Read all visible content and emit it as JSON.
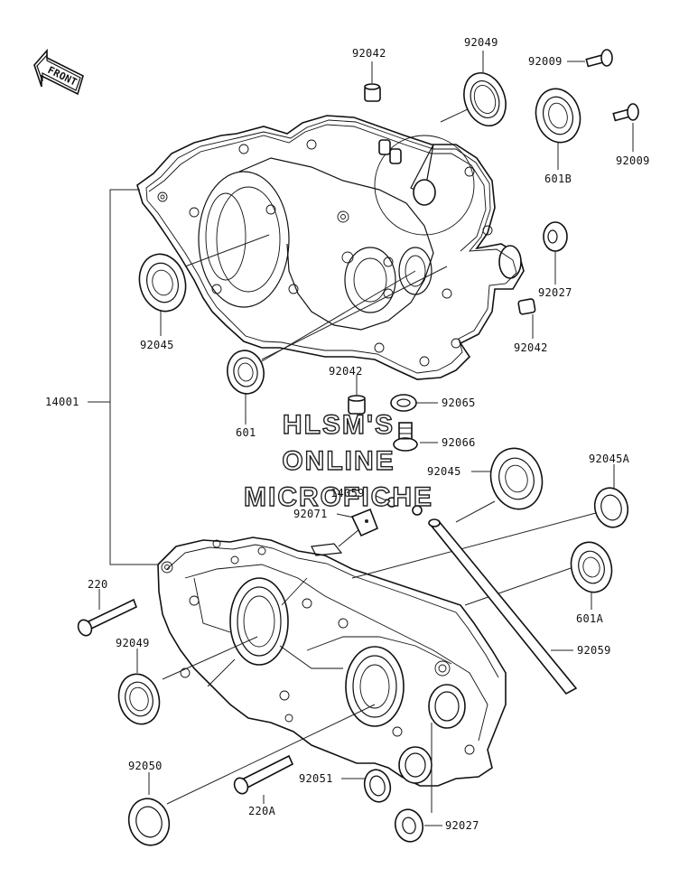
{
  "front_arrow": {
    "label": "FRONT"
  },
  "watermark": {
    "line1": "HLSM'S",
    "line2": "ONLINE",
    "line3": "MICROFICHE"
  },
  "callouts": [
    {
      "id": "92042_top",
      "text": "92042"
    },
    {
      "id": "92049_top",
      "text": "92049"
    },
    {
      "id": "92009_a",
      "text": "92009"
    },
    {
      "id": "92009_b",
      "text": "92009"
    },
    {
      "id": "601B",
      "text": "601B"
    },
    {
      "id": "92027_right",
      "text": "92027"
    },
    {
      "id": "92042_right",
      "text": "92042"
    },
    {
      "id": "92045_left",
      "text": "92045"
    },
    {
      "id": "14001",
      "text": "14001"
    },
    {
      "id": "601",
      "text": "601"
    },
    {
      "id": "92042_mid",
      "text": "92042"
    },
    {
      "id": "92065",
      "text": "92065"
    },
    {
      "id": "92066",
      "text": "92066"
    },
    {
      "id": "92045_mid",
      "text": "92045"
    },
    {
      "id": "92045A",
      "text": "92045A"
    },
    {
      "id": "14059",
      "text": "14059"
    },
    {
      "id": "92071",
      "text": "92071"
    },
    {
      "id": "220",
      "text": "220"
    },
    {
      "id": "601A",
      "text": "601A"
    },
    {
      "id": "92049_left",
      "text": "92049"
    },
    {
      "id": "92059",
      "text": "92059"
    },
    {
      "id": "92050",
      "text": "92050"
    },
    {
      "id": "92051",
      "text": "92051"
    },
    {
      "id": "220A",
      "text": "220A"
    },
    {
      "id": "92027_bottom",
      "text": "92027"
    }
  ]
}
